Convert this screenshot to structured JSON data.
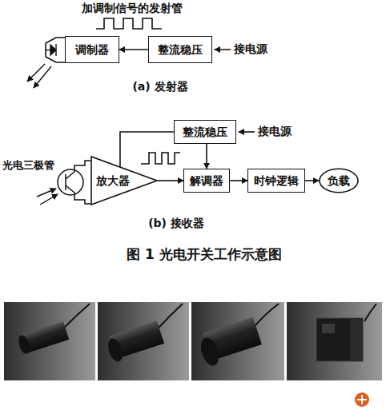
{
  "diagram": {
    "caption": "图 1 光电开关工作示意图",
    "nodes": [
      {
        "text": [
          "调制器"
        ]
      },
      {
        "text": [
          "整流稳压"
        ]
      },
      {
        "text": [
          "放大器"
        ]
      },
      {
        "text": [
          "整流稳压"
        ]
      },
      {
        "text": [
          "解调器"
        ]
      },
      {
        "text": [
          "时钟逻辑"
        ]
      },
      {
        "text": [
          "负载"
        ]
      }
    ],
    "edges": [
      {
        "from": 1,
        "to": 0,
        "arrow": "to"
      },
      {
        "from": 3,
        "to": 2,
        "arrow": "none"
      },
      {
        "from": 2,
        "to": 4,
        "arrow": "to"
      },
      {
        "from": 3,
        "to": 4,
        "arrow": "to"
      },
      {
        "from": 4,
        "to": 5,
        "arrow": "to"
      },
      {
        "from": 5,
        "to": 6,
        "arrow": "to"
      }
    ],
    "labels": [
      "加调制信号的发射管",
      "接电源",
      "(a) 发射器",
      "光电三极管",
      "接电源",
      "(b) 接收器"
    ]
  }
}
